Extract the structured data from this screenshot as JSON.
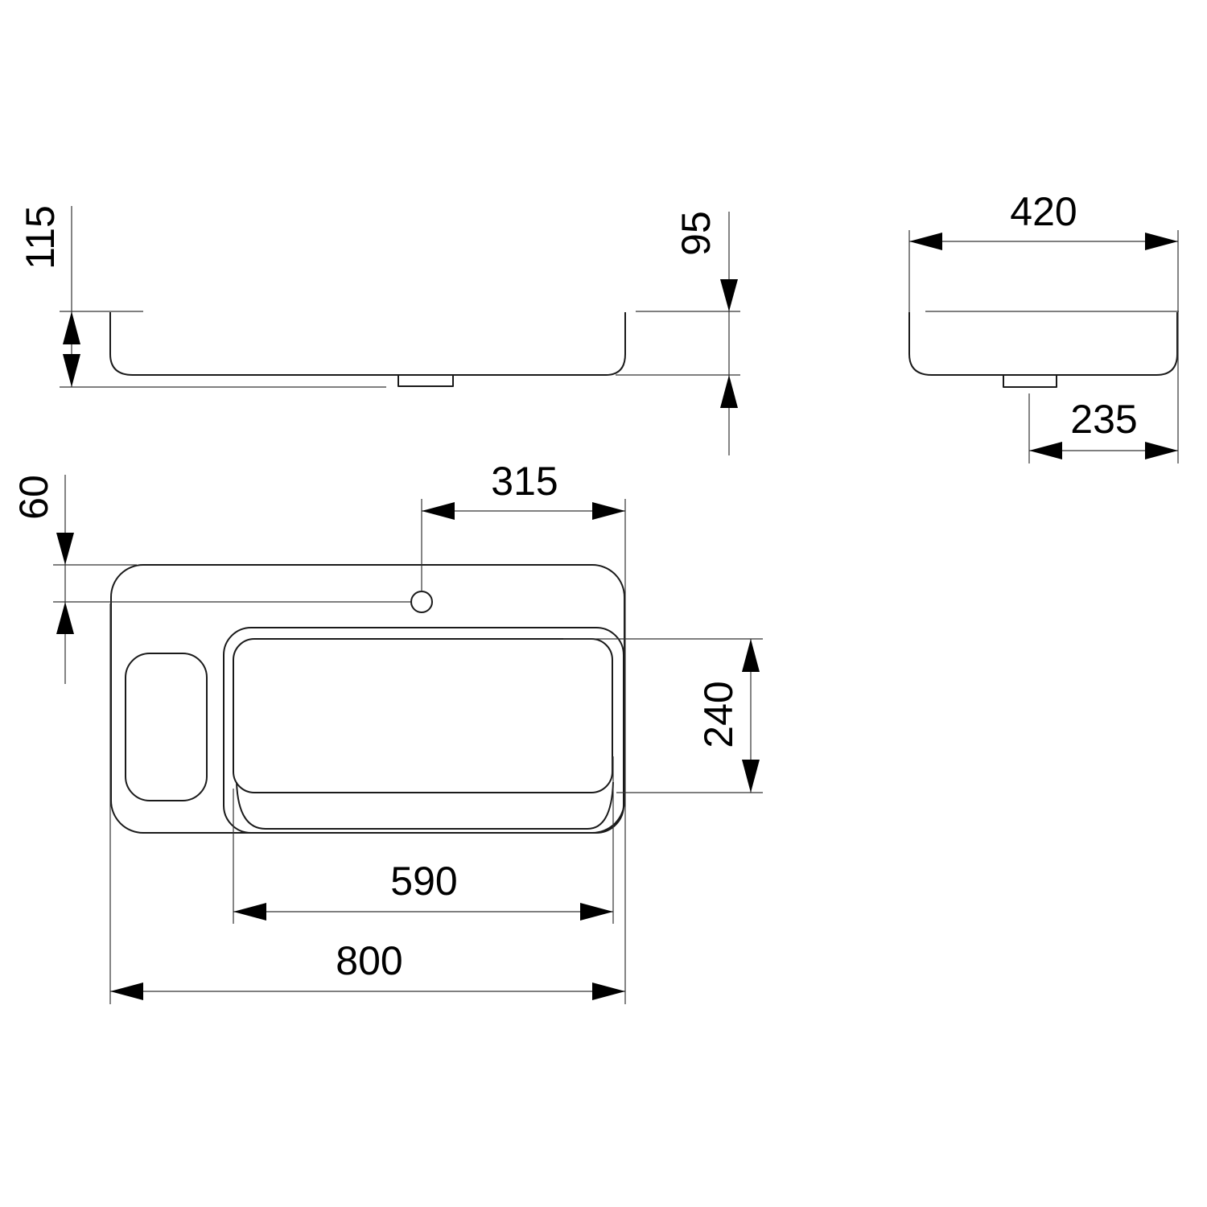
{
  "drawing": {
    "dimensions": {
      "front_total_height": "115",
      "front_basin_height": "95",
      "side_depth": "420",
      "side_drain_offset": "235",
      "top_tap_hole_offset": "315",
      "top_tap_hole_from_back": "60",
      "top_bowl_depth": "240",
      "top_bowl_width": "590",
      "top_total_width": "800"
    }
  }
}
